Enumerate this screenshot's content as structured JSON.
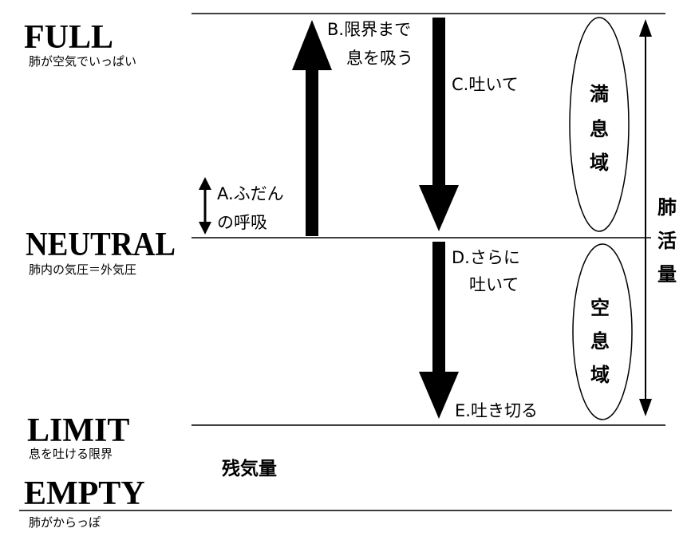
{
  "levels": {
    "full": {
      "name": "FULL",
      "desc": "肺が空気でいっぱい"
    },
    "neutral": {
      "name": "NEUTRAL",
      "desc": "肺内の気圧＝外気圧"
    },
    "limit": {
      "name": "LIMIT",
      "desc": "息を吐ける限界"
    },
    "empty": {
      "name": "EMPTY",
      "desc": "肺がからっぽ"
    }
  },
  "breaths": {
    "a": [
      "A.ふだん",
      "の呼吸"
    ],
    "b": [
      "B.限界まで",
      "息を吸う"
    ],
    "c": [
      "C.吐いて"
    ],
    "d": [
      "D.さらに",
      "吐いて"
    ],
    "e": [
      "E.吐き切る"
    ]
  },
  "zones": {
    "full_zone": [
      "満",
      "息",
      "域"
    ],
    "empty_zone": [
      "空",
      "息",
      "域"
    ],
    "vital_capacity": [
      "肺",
      "活",
      "量"
    ],
    "residual_volume": "残気量"
  },
  "colors": {
    "ink": "#000000",
    "background": "#ffffff"
  }
}
